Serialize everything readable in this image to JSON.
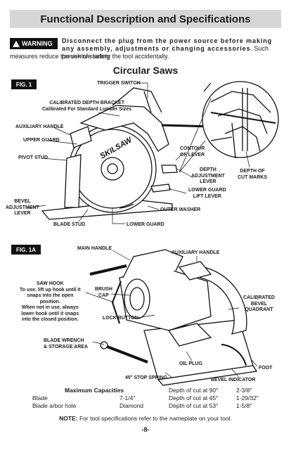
{
  "header": {
    "title": "Functional Description and Specifications"
  },
  "warning": {
    "badge": "WARNING",
    "bold_text": "Disconnect the plug from the power source before making any assembly, adjustments or changing accessories",
    "normal_text": ". Such preventive safety",
    "continuation": "measures reduce the risk of starting the tool accidentally."
  },
  "section_title": "Circular Saws",
  "fig1": {
    "badge": "FIG. 1",
    "saw_brand": "SKILSAW",
    "labels": {
      "trigger_switch": "TRIGGER SWITCH",
      "depth_bracket_1": "CALIBRATED DEPTH BRACKET",
      "depth_bracket_2": "Calibrated For Standard Lumber Sizes",
      "auxiliary_handle": "AUXILIARY HANDLE",
      "upper_guard": "UPPER GUARD",
      "pivot_stud": "PIVOT STUD",
      "bevel_lever_1": "BEVEL",
      "bevel_lever_2": "ADJUSTMENT",
      "bevel_lever_3": "LEVER",
      "blade_stud": "BLADE STUD",
      "lower_guard": "LOWER GUARD",
      "outer_washer": "OUTER WASHER",
      "contour_1": "CONTOUR",
      "contour_2": "OF LEVER",
      "depth_lever_1": "DEPTH",
      "depth_lever_2": "ADJUSTMENT",
      "depth_lever_3": "LEVER",
      "lower_guard_lift_1": "LOWER GUARD",
      "lower_guard_lift_2": "LIFT LEVER",
      "depth_cut_1": "DEPTH OF",
      "depth_cut_2": "CUT MARKS"
    }
  },
  "fig1a": {
    "badge": "FIG. 1A",
    "labels": {
      "main_handle": "MAIN HANDLE",
      "auxiliary_handle": "AUXILIARY HANDLE",
      "saw_hook_1": "SAW HOOK",
      "saw_hook_2": "To use, lift up hook until it",
      "saw_hook_3": "snaps into the open",
      "saw_hook_4": "position.",
      "saw_hook_5": "When not in use, always",
      "saw_hook_6": "lower hook until it snaps",
      "saw_hook_7": "into the closed position.",
      "brush_cap_1": "BRUSH",
      "brush_cap_2": "CAP",
      "lock_button": "LOCK BUTTON",
      "calibrated_1": "CALIBRATED",
      "calibrated_2": "BEVEL",
      "calibrated_3": "QUADRANT",
      "blade_wrench_1": "BLADE WRENCH",
      "blade_wrench_2": "& STORAGE AREA",
      "oil_plug": "OIL PLUG",
      "foot": "FOOT",
      "stop_spring": "45° STOP SPRING",
      "bevel_indicator": "BEVEL INDICATOR"
    }
  },
  "capacities": {
    "heading": "Maximum Capacities",
    "rows": [
      {
        "name": "Blade",
        "value": "7-1/4\""
      },
      {
        "name": "Blade arbor hole",
        "value": "Diamond"
      }
    ],
    "depths": [
      {
        "label": "Depth of cut at 90°",
        "value": "2-3/8\""
      },
      {
        "label": "Depth of cut at 45°",
        "value": "1-29/32\""
      },
      {
        "label": "Depth of cut at 53°",
        "value": "1-5/8\""
      }
    ]
  },
  "note": {
    "label": "NOTE:",
    "text": " For tool specifications refer to the nameplate on your tool."
  },
  "page_number": "-8-"
}
